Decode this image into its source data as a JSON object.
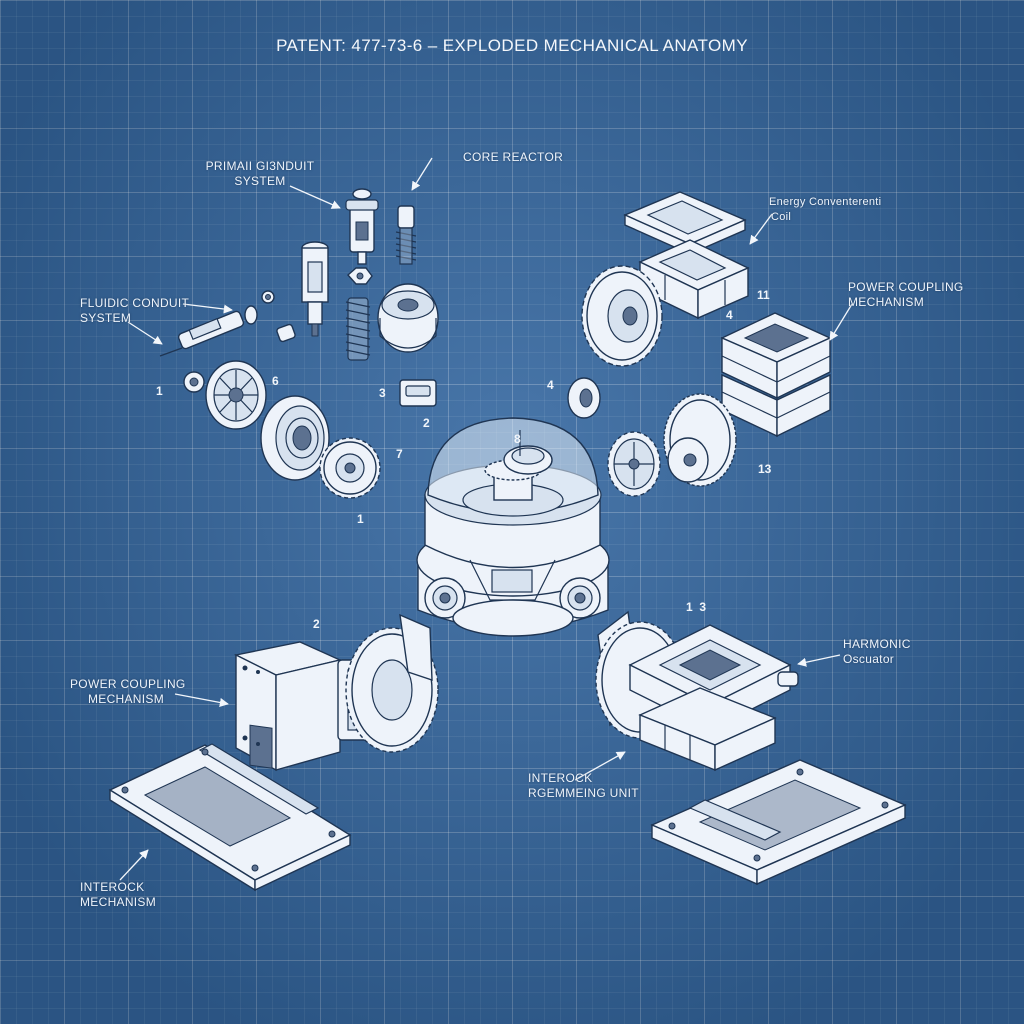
{
  "title": "PATENT: 477-73-6 – EXPLODED MECHANICAL ANATOMY",
  "labels": {
    "primary_conduit": [
      "PRIMAII GI3NDUIT",
      "SYSTEM"
    ],
    "core_reactor": "CORE REACTOR",
    "fluidic_conduit": [
      "FLUIDIC CONDUIT",
      "SYSTEM"
    ],
    "energy_converter": [
      "Energy Conventerenti",
      "Coil"
    ],
    "power_coupling_right": [
      "POWER COUPLING",
      "MECHANISM"
    ],
    "power_coupling_left": [
      "POWER COUPLING",
      "MECHANISM"
    ],
    "harmonic_oscillator": [
      "HARMONIC",
      "Oscuator"
    ],
    "interlock_regenerating": [
      "INTEROCK",
      "RGEMMEING UNIT"
    ],
    "interlock_mechanism": [
      "INTEROCK",
      "MECHANISM"
    ]
  },
  "numbers": {
    "n_left_1": "1",
    "n_6": "6",
    "n_3": "3",
    "n_2": "2",
    "n_7": "7",
    "n_1_lower": "1",
    "n_core_8": "8",
    "n_4_mid": "4",
    "n_4_right": "4",
    "n_11": "11",
    "n_13": "13",
    "n_2_lower": "2",
    "n_1_3": "1  3"
  },
  "colors": {
    "background": "#3467a0",
    "grid": "#ffffff",
    "part_fill": "#eef3fa",
    "ink": "#1f3553",
    "label_text": "#eef4fb"
  }
}
